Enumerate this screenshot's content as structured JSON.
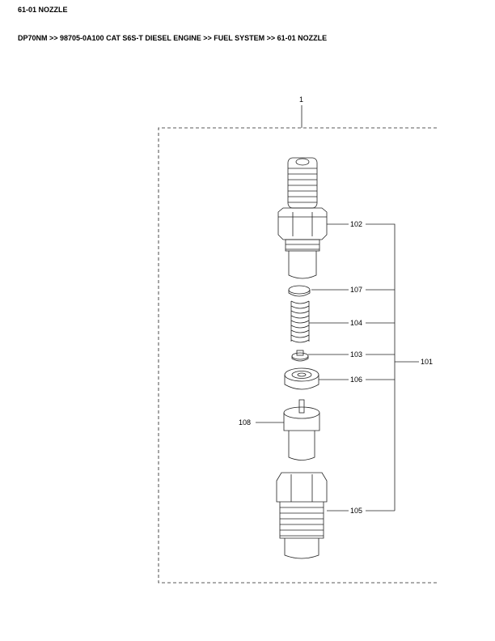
{
  "page_title": "61-01 NOZZLE",
  "breadcrumb": "DP70NM >> 98705-0A100 CAT S6S-T DIESEL ENGINE >> FUEL SYSTEM >> 61-01 NOZZLE",
  "diagram": {
    "assembly_label": "1",
    "group_label": "101",
    "callouts": {
      "p102": "102",
      "p107": "107",
      "p104": "104",
      "p103": "103",
      "p106": "106",
      "p108": "108",
      "p105": "105"
    }
  }
}
